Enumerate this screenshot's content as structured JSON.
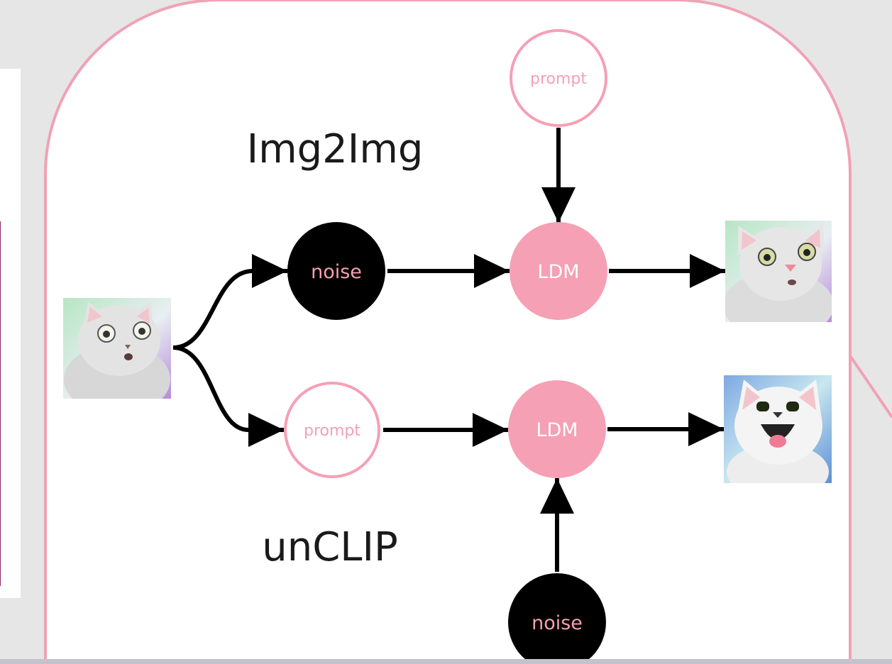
{
  "diagram": {
    "sections": {
      "top_title": "Img2Img",
      "bottom_title": "unCLIP"
    },
    "nodes": {
      "top_prompt": "prompt",
      "top_noise": "noise",
      "top_ldm": "LDM",
      "bottom_prompt": "prompt",
      "bottom_ldm": "LDM",
      "bottom_noise": "noise"
    },
    "images": {
      "input": "cat-input",
      "output_top": "cat-output-img2img",
      "output_bottom": "cat-output-unclip"
    }
  },
  "colors": {
    "accent_pink": "#f5a0b4",
    "panel_border": "#f0a2b5",
    "node_dark": "#000000",
    "arrow": "#000000",
    "panel_bg": "#ffffff",
    "page_bg": "#e6e6e6"
  }
}
